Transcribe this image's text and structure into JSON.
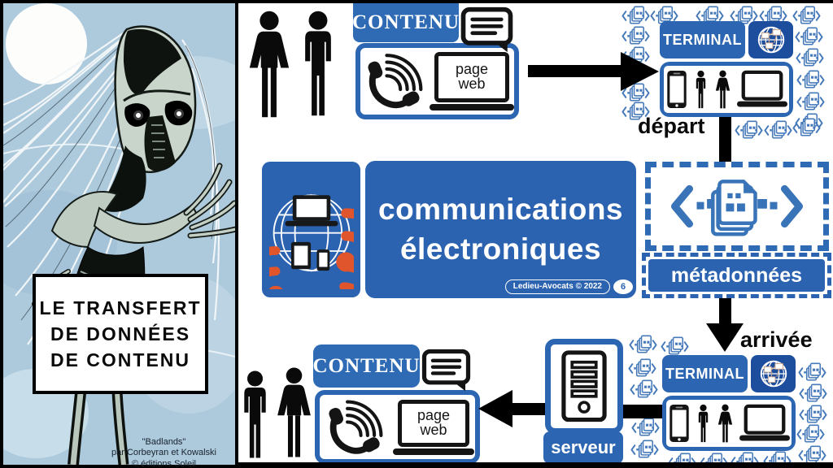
{
  "comic": {
    "caption": [
      "LE TRANSFERT",
      "DE DONNÉES",
      "DE CONTENU"
    ],
    "credits": [
      "\"Badlands\"",
      "par Corbeyran et Kowalski",
      "© éditions Soleil"
    ]
  },
  "labels": {
    "contenu": "CONTENU",
    "terminal": "TERMINAL",
    "depart": "départ",
    "arrivee": "arrivée",
    "metadonnees": "métadonnées",
    "serveur": "serveur",
    "communications": [
      "communications",
      "électroniques"
    ],
    "page_web": [
      "page",
      "web"
    ]
  },
  "footer": {
    "brand": "Ledieu-Avocats  ©  2022",
    "page": "6"
  },
  "icons": {
    "speech-bubble": "💬",
    "phone-signal": "✆",
    "laptop": "💻",
    "smartphone": "📱",
    "globe-network": "🌐",
    "globe-devices": "🌐",
    "server": "🖳",
    "metadata-stack": "<▤>",
    "man": "🚹",
    "woman": "🚺"
  },
  "colors": {
    "primary_blue": "#2c66b2",
    "globe_tile_blue": "#1d4d9d",
    "metadata_blue": "#4579ba",
    "accent_orange": "#e0552c",
    "sky_blue": "#adc9dc"
  }
}
